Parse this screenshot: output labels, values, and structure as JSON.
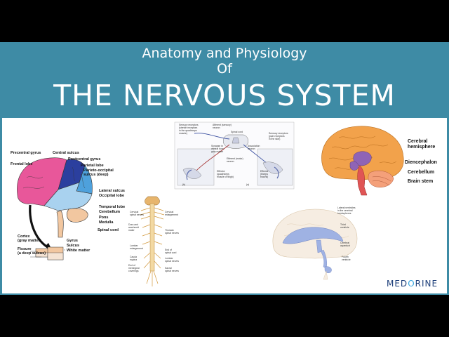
{
  "header": {
    "subtitle_line1": "Anatomy and Physiology",
    "subtitle_line2": "Of",
    "title": "THE NERVOUS SYSTEM"
  },
  "figure_brain_lobes": {
    "labels": {
      "precentral_gyrus": "Precentral gyrus",
      "central_sulcus": "Central sulcus",
      "postcentral_gyrus": "Postcentral gyrus",
      "frontal_lobe": "Frontal lobe",
      "parietal_lobe": "Parietal lobe",
      "parieto_occipital_1": "Parieto-occipital",
      "parieto_occipital_2": "sulcus (deep)",
      "lateral_sulcus": "Lateral sulcus",
      "occipital_lobe": "Occipital lobe",
      "temporal_lobe": "Temporal lobe",
      "cerebellum": "Cerebellum",
      "pons": "Pons",
      "medulla": "Medulla",
      "spinal_cord": "Spinal cord",
      "cortex_1": "Cortex",
      "cortex_2": "(gray matter)",
      "fissure_1": "Fissure",
      "fissure_2": "(a deep sulcus)",
      "gyrus": "Gyrus",
      "sulcus": "Sulcus",
      "white_matter": "White matter"
    }
  },
  "figure_reflex_arc": {
    "labels": {
      "sensory_receptors": "Sensory receptors\n(stretch receptors\nin the quadriceps\nmuscle)",
      "afferent_neuron": "Afferent (sensory)\nneuron",
      "spinal_cord": "Spinal cord",
      "synapse": "Synapse in\nventral horn\ngray matter",
      "interneuron": "Association\nneuron",
      "efferent_motor": "Efferent (motor)\nneuron",
      "effector": "Effector\n(quadriceps\nmuscle of thigh)",
      "effector_biceps": "Effector\n(biceps\nbrachii)",
      "sensory_receptors_skin": "Sensory receptors\n(pain receptors\nin the skin)",
      "panel_a": "(a)",
      "panel_b": "(b)"
    }
  },
  "figure_spinal_cord": {
    "labels": {
      "cervical_enlargement": "Cervical\nenlargement",
      "cervical_spinal_nerves": "Cervical\nspinal nerves",
      "dura_arachnoid": "Dura and\narachnoid\nmater",
      "thoracic_spinal_nerves": "Thoracic\nspinal nerves",
      "lumbar_enlargement": "Lumbar\nenlargement",
      "end_of_spinal_cord": "End of\nspinal cord",
      "cauda_equina": "Cauda\nequina",
      "lumbar_spinal_nerves": "Lumbar\nspinal nerves",
      "end_of_meningeal": "End of\nmeningeal\ncoverings",
      "sacral_spinal_nerves": "Sacral\nspinal nerves"
    }
  },
  "figure_brain_regions": {
    "labels": {
      "cerebral_hemisphere_1": "Cerebral",
      "cerebral_hemisphere_2": "hemisphere",
      "diencephalon": "Diencephalon",
      "cerebellum": "Cerebellum",
      "brain_stem": "Brain stem"
    }
  },
  "figure_ventricles": {
    "labels": {
      "lateral_ventricles": "Lateral ventricles\nin the cerebral\nhemispheres",
      "third_ventricle": "Third\nventricle",
      "cerebral_aqueduct": "Cerebral\naqueduct",
      "fourth_ventricle": "Fourth\nventricle"
    }
  },
  "logo": {
    "part1": "MED",
    "part2": "O",
    "part3": "RINE"
  },
  "colors": {
    "banner": "#3e8ba5",
    "frontal_lobe": "#e8579a",
    "parietal_lobe": "#2b3f9e",
    "occipital_lobe": "#4ea1dc",
    "temporal_lobe": "#a9d2ef",
    "cerebrum_orange": "#f2a24b",
    "diencephalon": "#8f64b6",
    "cerebellum": "#f4a07a",
    "brain_stem": "#e05555",
    "ventricles": "#9fb2e3"
  }
}
